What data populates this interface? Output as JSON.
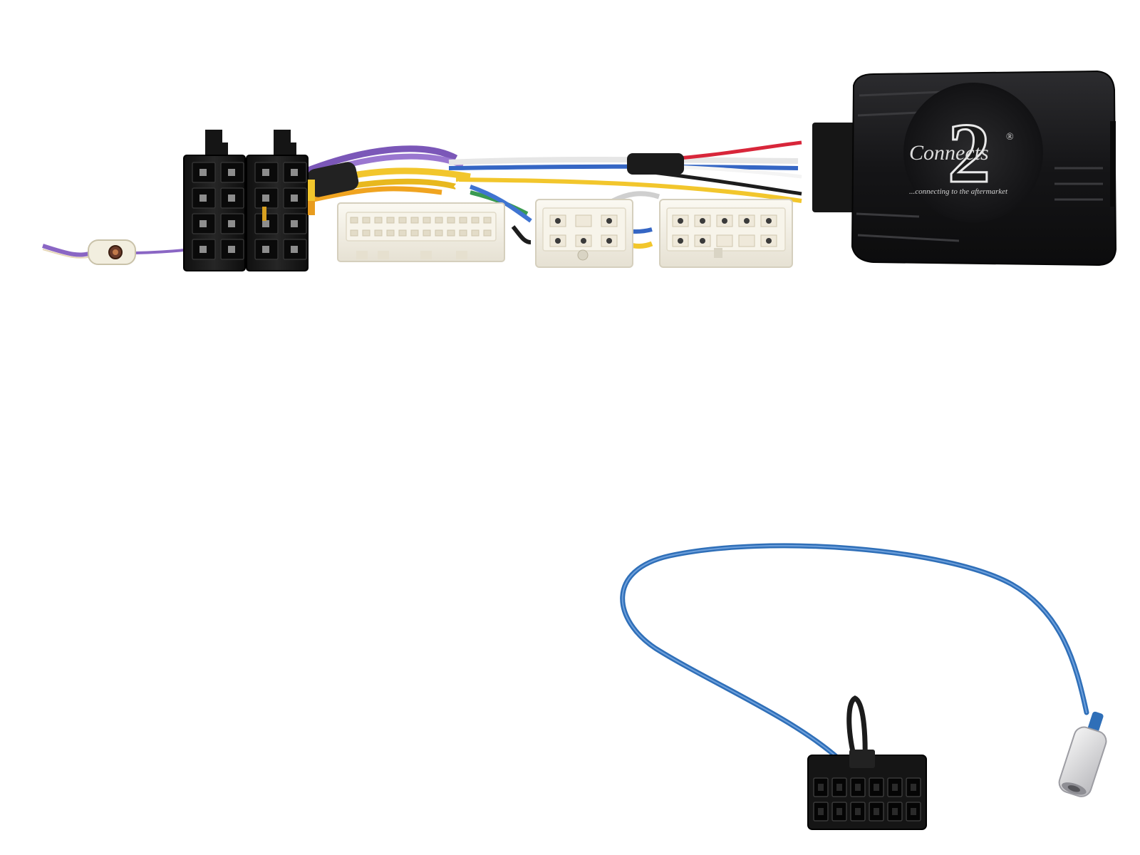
{
  "product_photo": {
    "logo": {
      "brand_text": "Connects",
      "numeral": "2",
      "registered_mark": "®",
      "tagline": "...connecting to the aftermarket"
    },
    "colors": {
      "background": "#ffffff",
      "interface_box": "#1b1b1d",
      "iso_connector": "#1a1a1a",
      "white_connector": "#f2efe6",
      "blue_cable": "#2f6fb8",
      "purple_wire": "#8a66c4",
      "yellow_wire": "#f2c62c",
      "red_wire": "#d8263a",
      "white_wire": "#e9e9e9",
      "black_wire": "#222222",
      "green_wire": "#3a9a52"
    },
    "components": [
      "iso-connector-pair",
      "antenna-lead-purple",
      "white-vehicle-connectors",
      "interface-box",
      "blue-patch-lead",
      "black-multipin-plug",
      "aerial-pin-connector"
    ]
  }
}
